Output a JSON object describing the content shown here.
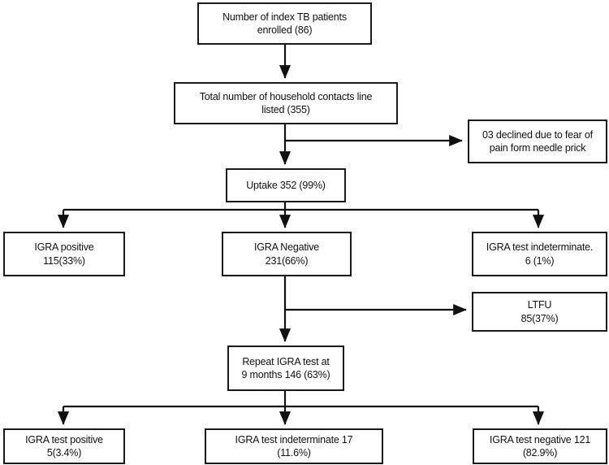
{
  "diagram": {
    "title": "IGRA household contact tracing flowchart",
    "line_color": "#1a1a1a",
    "background": "#ffffff"
  },
  "nodes": {
    "index": {
      "name": "index-tb-patients",
      "line1": "Number of index TB patients",
      "line2": "enrolled (86)",
      "count": 86
    },
    "listed": {
      "name": "household-contacts-listed",
      "line1": "Total number of household contacts line",
      "line2": "listed (355)",
      "count": 355
    },
    "declined": {
      "name": "declined-fear-needle",
      "line1": "03 declined due to fear of",
      "line2": "pain form needle prick",
      "count": 3
    },
    "uptake": {
      "name": "uptake",
      "line1": "Uptake 352 (99%)",
      "line2": "",
      "count": 352,
      "percent": "99%"
    },
    "igra_positive": {
      "name": "igra-positive",
      "line1": "IGRA positive",
      "line2": "115(33%)",
      "count": 115,
      "percent": "33%"
    },
    "igra_negative": {
      "name": "igra-negative",
      "line1": "IGRA Negative",
      "line2": "231(66%)",
      "count": 231,
      "percent": "66%"
    },
    "igra_indeterminate": {
      "name": "igra-indeterminate",
      "line1": "IGRA test indeterminate.",
      "line2": "6 (1%)",
      "count": 6,
      "percent": "1%"
    },
    "ltfu": {
      "name": "lost-to-follow-up",
      "line1": "LTFU",
      "line2": "85(37%)",
      "count": 85,
      "percent": "37%"
    },
    "repeat": {
      "name": "repeat-igra-9-months",
      "line1": "Repeat IGRA test at",
      "line2": "9 months 146 (63%)",
      "count": 146,
      "percent": "63%"
    },
    "repeat_positive": {
      "name": "repeat-igra-positive",
      "line1": "IGRA test positive",
      "line2": "5(3.4%)",
      "count": 5,
      "percent": "3.4%"
    },
    "repeat_indeterminate": {
      "name": "repeat-igra-indeterminate",
      "line1": "IGRA test indeterminate 17",
      "line2": "(11.6%)",
      "count": 17,
      "percent": "11.6%"
    },
    "repeat_negative": {
      "name": "repeat-igra-negative",
      "line1": "IGRA test negative 121",
      "line2": "(82.9%)",
      "count": 121,
      "percent": "82.9%"
    }
  },
  "edges": [
    {
      "from": "index",
      "to": "listed",
      "kind": "vertical-arrow"
    },
    {
      "from": "listed",
      "to": "uptake",
      "kind": "vertical-arrow"
    },
    {
      "from": "listed",
      "to": "declined",
      "kind": "branch-right-arrow"
    },
    {
      "from": "uptake",
      "to": "igra_positive",
      "kind": "split-arrow"
    },
    {
      "from": "uptake",
      "to": "igra_negative",
      "kind": "split-arrow"
    },
    {
      "from": "uptake",
      "to": "igra_indeterminate",
      "kind": "split-arrow"
    },
    {
      "from": "igra_negative",
      "to": "ltfu",
      "kind": "branch-right-arrow"
    },
    {
      "from": "igra_negative",
      "to": "repeat",
      "kind": "vertical-arrow"
    },
    {
      "from": "repeat",
      "to": "repeat_positive",
      "kind": "split-arrow"
    },
    {
      "from": "repeat",
      "to": "repeat_indeterminate",
      "kind": "split-arrow"
    },
    {
      "from": "repeat",
      "to": "repeat_negative",
      "kind": "split-arrow"
    }
  ]
}
